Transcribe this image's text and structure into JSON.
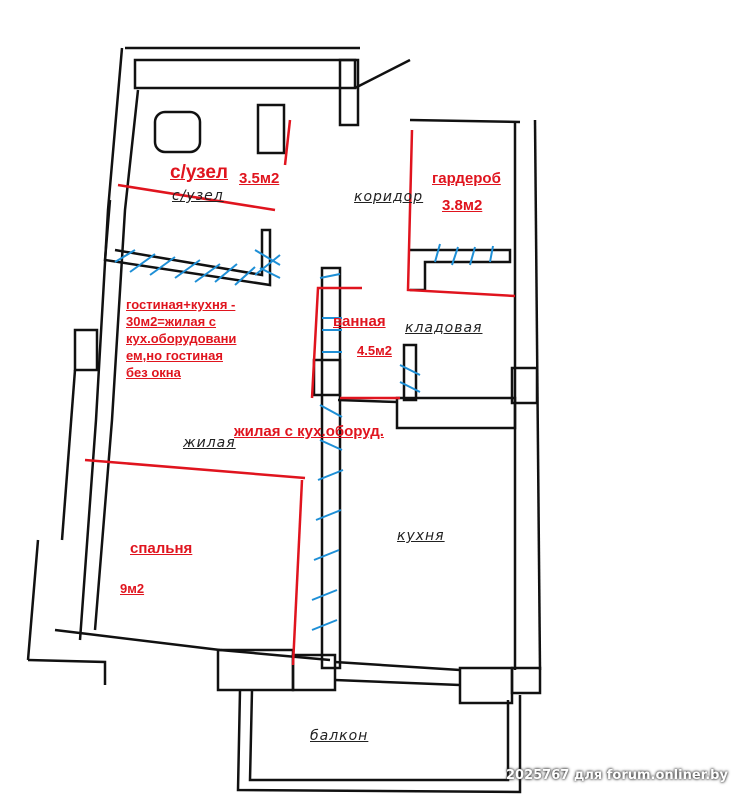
{
  "original_labels": {
    "wc": "с/узел",
    "corridor": "коридор",
    "pantry": "кладовая",
    "living": "жилая",
    "kitchen": "кухня",
    "balcony": "балкон"
  },
  "annotations": {
    "wc": "с/узел",
    "wc_area": "3.5м2",
    "wardrobe": "гардероб",
    "wardrobe_area": "3.8м2",
    "bathroom": "ванная",
    "bathroom_area": "4.5м2",
    "living_note": [
      "гостиная+кухня -",
      "30м2=жилая с",
      "кух.оборудовани",
      "ем,но гостиная",
      "без окна"
    ],
    "living_kitchen": "жилая с кух.оборуд.",
    "bedroom": "спальня",
    "bedroom_area": "9м2"
  },
  "watermark": "2025767 для forum.onliner.by",
  "colors": {
    "wall": "#111111",
    "annotation_red": "#e0141e",
    "demolish_blue": "#1e8fd6"
  }
}
